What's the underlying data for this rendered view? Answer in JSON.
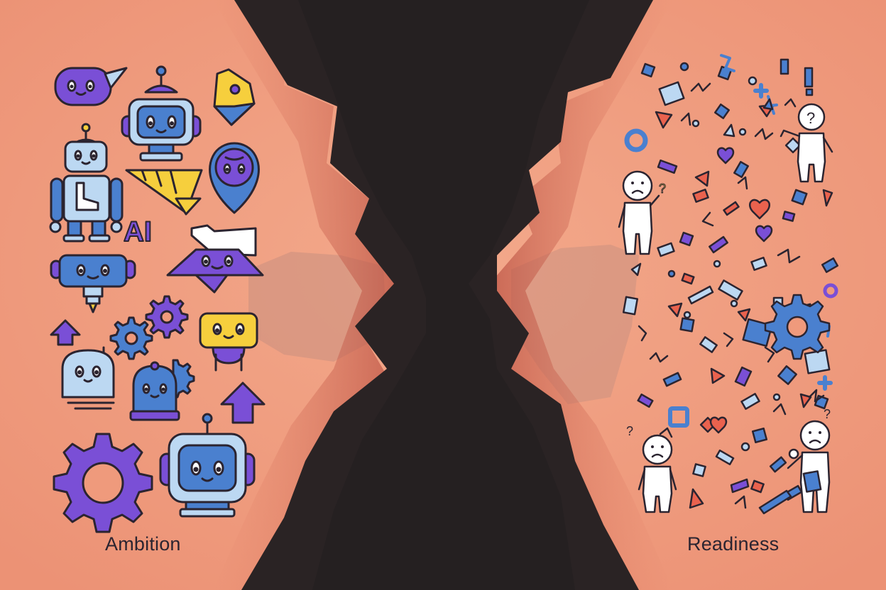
{
  "labels": {
    "left": "Ambition",
    "right": "Readiness",
    "ai_badge": "AI"
  },
  "colors": {
    "background": "#ef9a7c",
    "chasm": "#2a2324",
    "purple": "#7a4fd6",
    "blue": "#4a80cf",
    "light_blue": "#bcd8f2",
    "yellow": "#f6cf3d",
    "outline": "#2b2430",
    "red": "#e9624e"
  },
  "icons": {
    "left": [
      "speech-bubble-icon",
      "robot-head-icon",
      "location-pin-icon",
      "robot-icon",
      "ramp-chart-icon",
      "ai-text-icon",
      "heart-pin-icon",
      "robot-drone-icon",
      "ufo-robot-icon",
      "gear-icon",
      "arrow-up-icon",
      "yellow-robot-icon",
      "ghost-robot-icon",
      "dome-robot-icon",
      "large-gear-icon",
      "robot-monitor-icon"
    ],
    "right": [
      "scattered-shapes",
      "confused-person-icon",
      "question-mark-icon",
      "gear-icon",
      "heart-icon"
    ]
  }
}
